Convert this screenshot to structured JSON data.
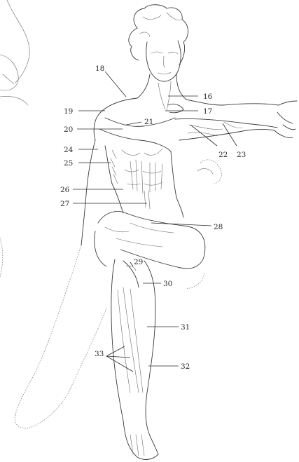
{
  "labels": {
    "l16": "16",
    "l17": "17",
    "l18": "18",
    "l19": "19",
    "l20": "20",
    "l21": "21",
    "l22": "22",
    "l23": "23",
    "l24": "24",
    "l25": "25",
    "l26": "26",
    "l27": "27",
    "l28": "28",
    "l29": "29",
    "l30": "30",
    "l31": "31",
    "l32": "32",
    "l33": "33"
  }
}
